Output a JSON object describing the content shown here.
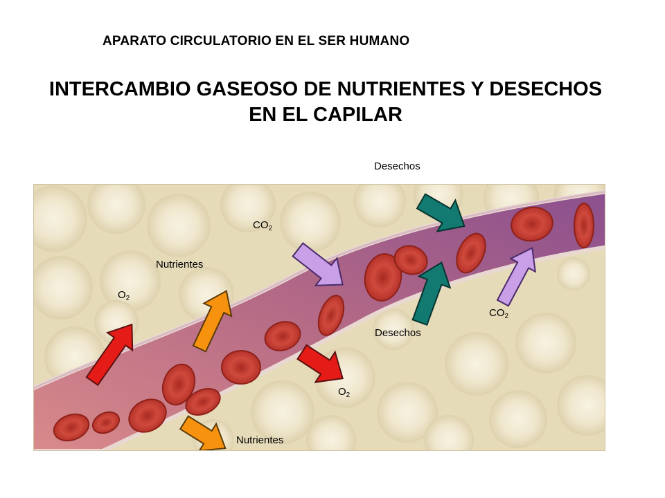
{
  "header": {
    "heading": "APARATO CIRCULATORIO EN EL SER HUMANO"
  },
  "title": {
    "line1": "INTERCAMBIO GASEOSO DE NUTRIENTES Y DESECHOS",
    "line2": "EN EL CAPILAR"
  },
  "labels": {
    "desechos_top": "Desechos",
    "co2_top": {
      "main": "CO",
      "sub": "2"
    },
    "nutrientes_left": "Nutrientes",
    "o2_left": {
      "main": "O",
      "sub": "2"
    },
    "co2_right": {
      "main": "CO",
      "sub": "2"
    },
    "desechos_mid": "Desechos",
    "o2_bottom": {
      "main": "O",
      "sub": "2"
    },
    "nutrientes_bottom": "Nutrientes"
  },
  "colors": {
    "o2_arrow": "#e41b17",
    "nutrient_arrow": "#f7920e",
    "co2_arrow": "#c9a0e8",
    "waste_arrow": "#127a70",
    "blood_cell": "#c73b30",
    "capillary": "#9c4a68",
    "tissue": "#ece2c4"
  }
}
